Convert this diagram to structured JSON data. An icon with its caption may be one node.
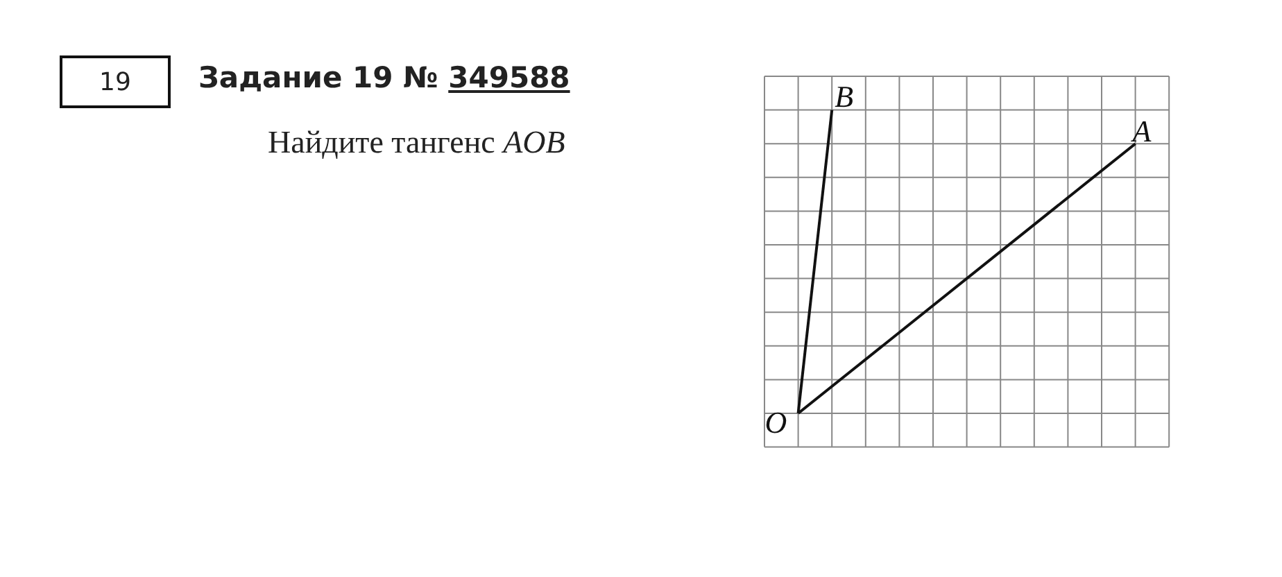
{
  "diagram": {
    "title": "Задание 19 № 349588",
    "nodes": [
      {
        "text": [
          "19"
        ]
      },
      {
        "text": [
          "O"
        ]
      },
      {
        "text": [
          "A"
        ]
      },
      {
        "text": [
          "B"
        ]
      }
    ],
    "edges": [
      {
        "from": 1,
        "to": 2,
        "arrow": "none"
      },
      {
        "from": 1,
        "to": 3,
        "arrow": "none"
      }
    ],
    "labels": [
      "Найдите тангенс *AOB*"
    ]
  }
}
